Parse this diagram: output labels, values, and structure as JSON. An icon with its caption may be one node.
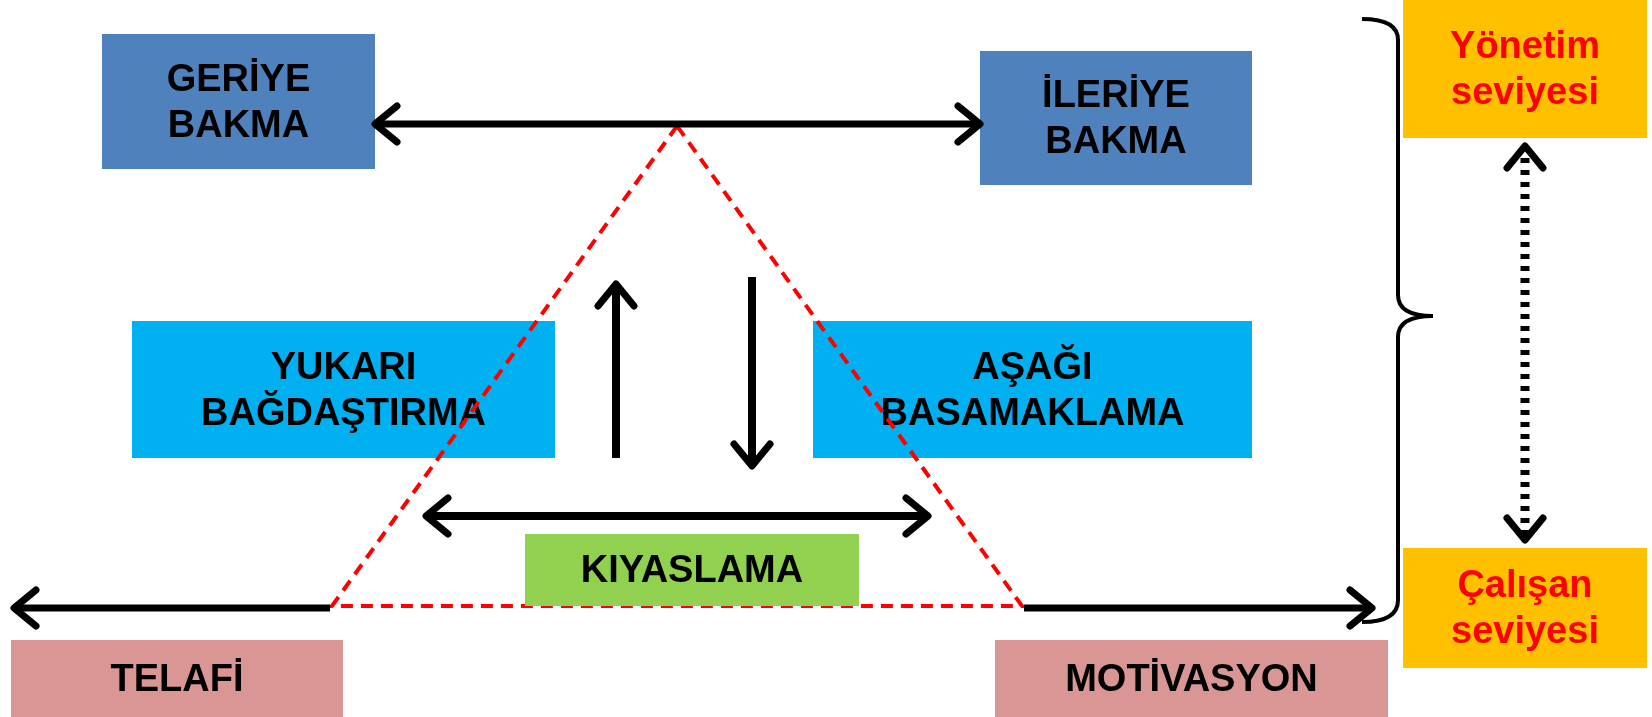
{
  "diagram": {
    "nodes": [
      {
        "text": [
          "GERİYE BAKMA"
        ]
      },
      {
        "text": [
          "İLERİYE BAKMA"
        ]
      },
      {
        "text": [
          "YUKARI BAĞDAŞTIRMA"
        ]
      },
      {
        "text": [
          "AŞAĞI BASAMAKLAMA"
        ]
      },
      {
        "text": [],
        "shape": "triangle"
      },
      {
        "text": [
          "KIYASLAMA"
        ],
        "in": 4
      },
      {
        "text": [
          "TELAFİ"
        ]
      },
      {
        "text": [
          "MOTİVASYON"
        ]
      },
      {
        "text": [
          "Yönetim seviyesi"
        ]
      },
      {
        "text": [
          "Çalışan seviyesi"
        ]
      }
    ],
    "edges": [
      {
        "from": 0,
        "to": 1,
        "arrow": "both"
      },
      {
        "from": 4,
        "to": 6,
        "arrow": "to"
      },
      {
        "from": 4,
        "to": 9,
        "arrow": "to"
      },
      {
        "from": 8,
        "to": 9,
        "arrow": "both",
        "style": "dashed"
      }
    ]
  }
}
